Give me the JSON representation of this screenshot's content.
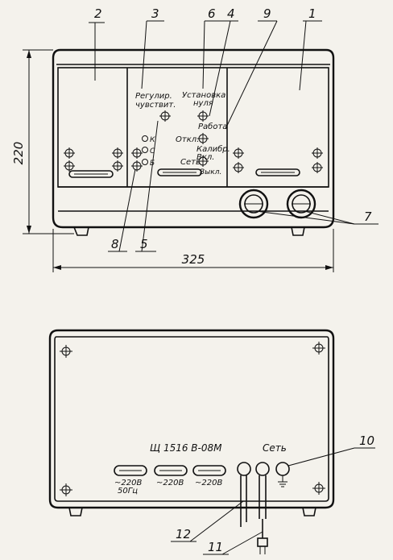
{
  "front_panel": {
    "callouts": [
      "2",
      "3",
      "6",
      "4",
      "9",
      "1",
      "8",
      "5",
      "7"
    ],
    "labels": {
      "regul_1": "Регулир.",
      "regul_2": "чувствит.",
      "ustan_1": "Установка",
      "ustan_2": "нуля",
      "rabota": "Работа",
      "otkl": "Откл.",
      "kalibr": "Калибр.",
      "vkl": "Вкл.",
      "set": "Сеть",
      "vykl": "Выкл.",
      "k": "К",
      "c": "С",
      "b": "Б"
    },
    "dim_height": "220",
    "dim_width": "325"
  },
  "rear_panel": {
    "model": "Щ 1516 В-08М",
    "set": "Сеть",
    "fuse1_line1": "~220В",
    "fuse1_line2": "50Гц",
    "fuse2": "~220В",
    "fuse3": "~220В",
    "callouts": [
      "10",
      "12",
      "11"
    ]
  }
}
